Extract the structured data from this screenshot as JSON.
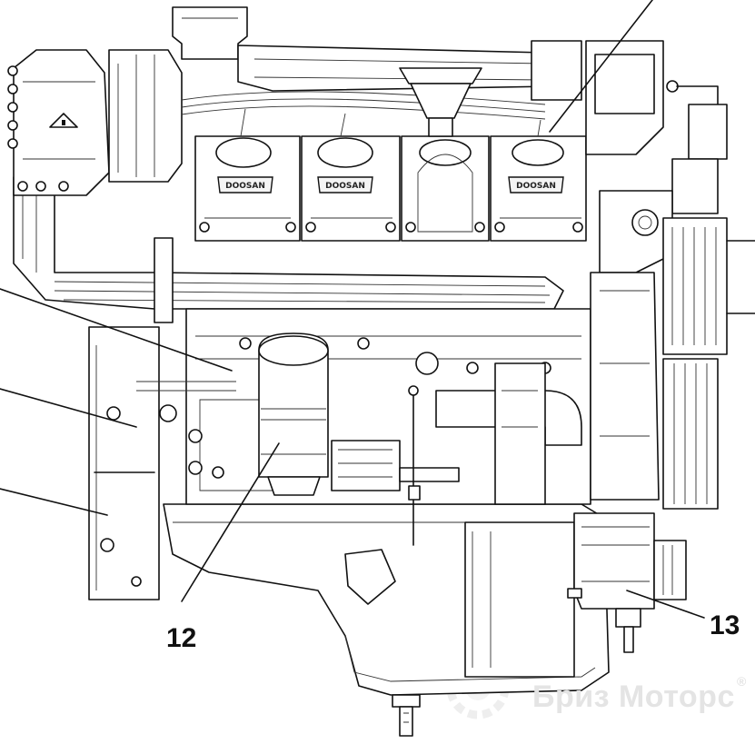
{
  "diagram": {
    "callouts": [
      {
        "id": "12",
        "label": "12"
      },
      {
        "id": "13",
        "label": "13"
      }
    ],
    "valve_cover_brand": "DOOSAN",
    "watermark": "Бриз Моторс",
    "watermark_mark": "®",
    "colors": {
      "line": "#111111",
      "background": "#ffffff",
      "watermark": "#e4e4e4"
    }
  }
}
